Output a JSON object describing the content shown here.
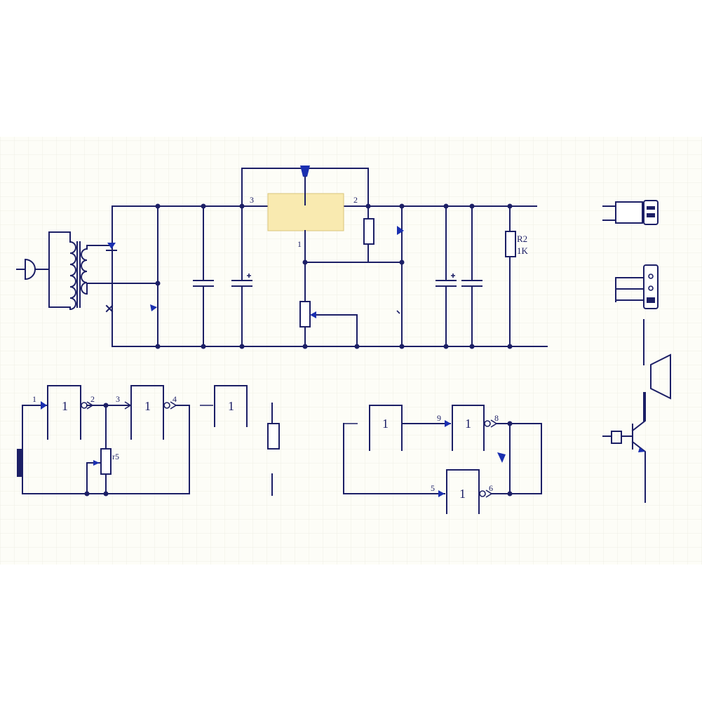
{
  "colors": {
    "ink": "#1c1f66",
    "accent_blue": "#1a2fb0",
    "regulator_fill": "#f9eab0",
    "grid_line": "#efeee4",
    "paper": "#fdfdf7"
  },
  "power_supply": {
    "regulator_pins": {
      "pin3": "3",
      "pin2": "2",
      "pin1": "1"
    },
    "r2_name": "R2",
    "r2_value": "1K"
  },
  "gates": {
    "g1_in": "1",
    "g1_label": "1",
    "g1_out": "2",
    "g2_in": "3",
    "g2_label": "1",
    "g2_out": "4",
    "g3_label": "1",
    "g4_label": "1",
    "g5_in": "9",
    "g5_label": "1",
    "g5_out": "8",
    "g6_in": "5",
    "g6_label": "1",
    "g6_out": "6"
  },
  "icons": [
    "plug-icon",
    "transformer-icon",
    "diode-icon",
    "capacitor-icon",
    "electrolytic-capacitor-icon",
    "resistor-icon",
    "potentiometer-icon",
    "led-icon",
    "buzzer-icon",
    "transistor-icon",
    "connector-icon",
    "battery-icon"
  ]
}
